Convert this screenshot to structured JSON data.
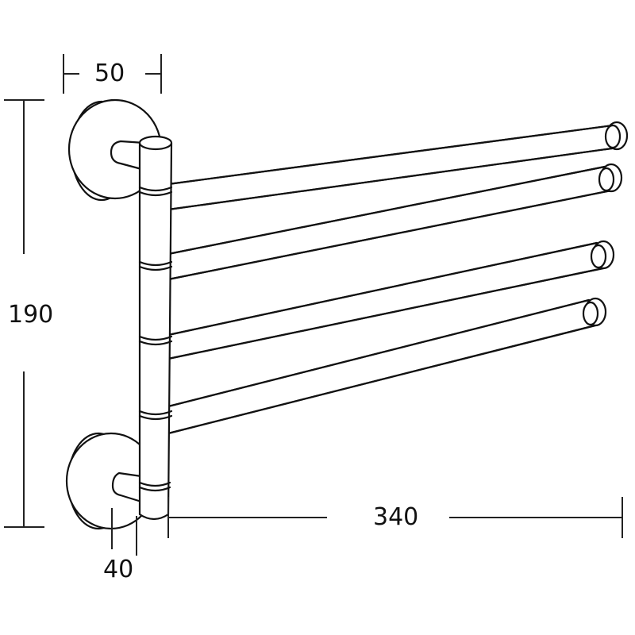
{
  "diagram": {
    "subject": "swivel towel rail with four arms",
    "line_color": "#111111",
    "background": "#ffffff",
    "arm_count": 4,
    "dimensions": {
      "width_top": "50",
      "height": "190",
      "length": "340",
      "depth_bottom": "40"
    }
  }
}
